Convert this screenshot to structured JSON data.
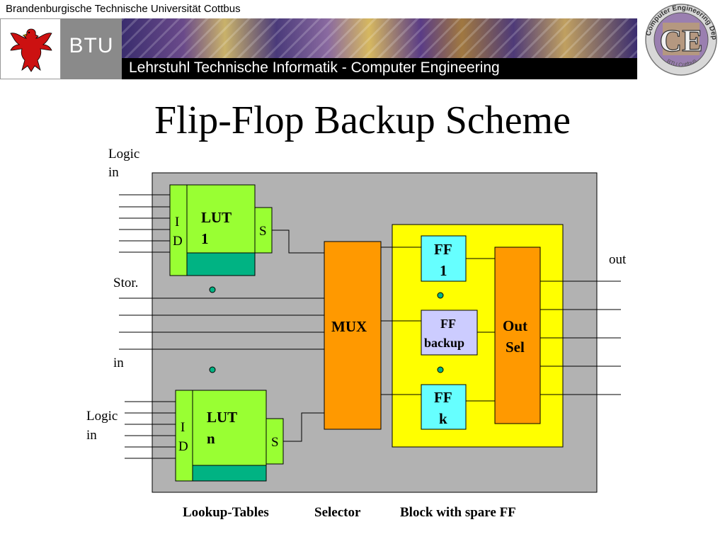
{
  "header": {
    "university": "Brandenburgische Technische Universität Cottbus",
    "btu_logo_text": "BTU",
    "chair": "Lehrstuhl Technische Informatik - Computer Engineering",
    "ce_logo_text": "CE",
    "ce_ring_top": "Computer Engineering Dept.",
    "ce_ring_bottom": "BTU Cottbus"
  },
  "slide": {
    "title": "Flip-Flop Backup Scheme"
  },
  "diagram": {
    "logic_in_top": "Logic in",
    "logic_in_top_l1": "Logic",
    "logic_in_top_l2": "in",
    "stor_label": "Stor.",
    "in_label": "in",
    "logic_in_bottom_l1": "Logic",
    "logic_in_bottom_l2": "in",
    "out_label": "out",
    "lut1_id": "I D",
    "lut1_id_l1": "I",
    "lut1_id_l2": "D",
    "lut1_l1": "LUT",
    "lut1_l2": "1",
    "lut1_s": "S",
    "lutn_id_l1": "I",
    "lutn_id_l2": "D",
    "lutn_l1": "LUT",
    "lutn_l2": "n",
    "lutn_s": "S",
    "mux": "MUX",
    "ff1_l1": "FF",
    "ff1_l2": "1",
    "ffb_l1": "FF",
    "ffb_l2": "backup",
    "ffk_l1": "FF",
    "ffk_l2": "k",
    "outsel_l1": "Out",
    "outsel_l2": "Sel",
    "caption_luts": "Lookup-Tables",
    "caption_selector": "Selector",
    "caption_block": "Block with spare FF"
  },
  "colors": {
    "canvas": "#b2b2b2",
    "lut_green": "#99ff33",
    "lut_bottom": "#00b383",
    "mux_orange": "#ff9900",
    "ff_block_yellow": "#ffff00",
    "ff_cyan": "#66ffff",
    "ff_backup": "#ccccff",
    "dot": "#00b383"
  }
}
